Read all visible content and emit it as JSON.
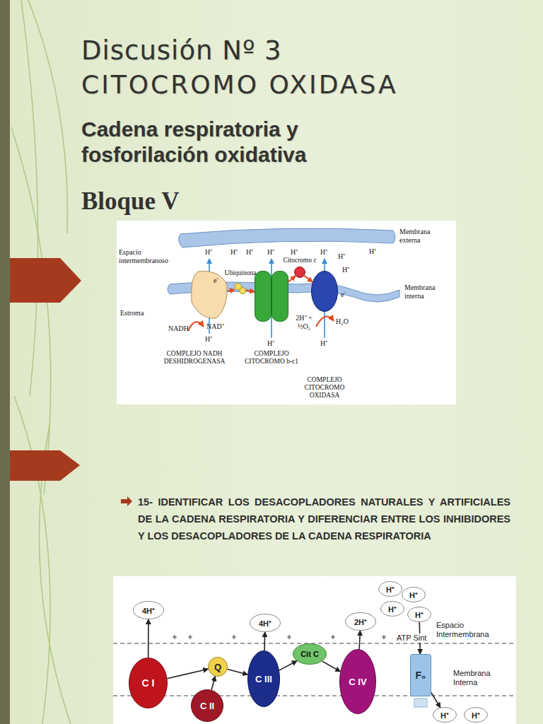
{
  "diagram": {
    "title": "Discusión Nº 3",
    "nodes": [
      {
        "text": [
          "COMPLEJO NADH DESHIDROGENASA"
        ]
      },
      {
        "text": [
          "Ubiquinona"
        ]
      },
      {
        "text": [
          "COMPLEJO CITOCROMO b-c1"
        ]
      },
      {
        "text": [
          "Citocromo c"
        ]
      },
      {
        "text": [
          "COMPLEJO CITOCROMO OXIDASA"
        ]
      },
      {
        "text": [
          "C I"
        ]
      },
      {
        "text": [
          "Q"
        ]
      },
      {
        "text": [
          "C II"
        ]
      },
      {
        "text": [
          "C III"
        ]
      },
      {
        "text": [
          "Cit C"
        ]
      },
      {
        "text": [
          "C IV"
        ]
      },
      {
        "text": [
          "4H⁺"
        ]
      },
      {
        "text": [
          "4H⁺"
        ]
      },
      {
        "text": [
          "2H⁺"
        ]
      },
      {
        "text": [
          "H⁺"
        ]
      },
      {
        "text": [
          "H⁺"
        ]
      },
      {
        "text": [
          "H⁺"
        ]
      },
      {
        "text": [
          "H⁺"
        ]
      },
      {
        "text": [
          "F₀"
        ]
      },
      {
        "text": [
          "H⁺"
        ]
      },
      {
        "text": [
          "H⁺"
        ]
      }
    ],
    "edges": [
      {
        "from": 0,
        "to": 1,
        "arrow": "to"
      },
      {
        "from": 1,
        "to": 2,
        "arrow": "to"
      },
      {
        "from": 2,
        "to": 3,
        "arrow": "to"
      },
      {
        "from": 3,
        "to": 4,
        "arrow": "to"
      },
      {
        "from": 5,
        "to": 6,
        "arrow": "to"
      },
      {
        "from": 7,
        "to": 6,
        "arrow": "to"
      },
      {
        "from": 6,
        "to": 8,
        "arrow": "to"
      },
      {
        "from": 8,
        "to": 9,
        "arrow": "to"
      },
      {
        "from": 9,
        "to": 10,
        "arrow": "to"
      },
      {
        "from": 5,
        "to": 11,
        "arrow": "to"
      },
      {
        "from": 8,
        "to": 12,
        "arrow": "to"
      },
      {
        "from": 10,
        "to": 13,
        "arrow": "to"
      },
      {
        "from": 17,
        "to": 18,
        "arrow": "to"
      },
      {
        "from": 18,
        "to": 19,
        "arrow": "to"
      }
    ],
    "labels": [
      "CITOCROMO OXIDASA",
      "Cadena respiratoria y fosforilación oxidativa",
      "Bloque V",
      "Espacio intermembranoso",
      "Membrana externa",
      "Membrana interna",
      "Estroma",
      "NADH",
      "NAD⁺",
      "e⁻",
      "e⁻",
      "2H⁺ + ½O₂",
      "H₂O",
      "H⁺",
      "H⁺",
      "H⁺",
      "H⁺",
      "H⁺",
      "H⁺",
      "H⁺",
      "H⁺",
      "H⁺",
      "H⁺",
      "H⁺",
      "H⁺",
      "15- IDENTIFICAR LOS DESACOPLADORES NATURALES Y ARTIFICIALES DE LA CADENA RESPIRATORIA Y DIFERENCIAR ENTRE LOS INHIBIDORES Y LOS DESACOPLADORES DE LA CADENA RESPIRATORIA",
      "ATP Sint",
      "Espacio Intermembrana",
      "Membrana Interna"
    ]
  }
}
